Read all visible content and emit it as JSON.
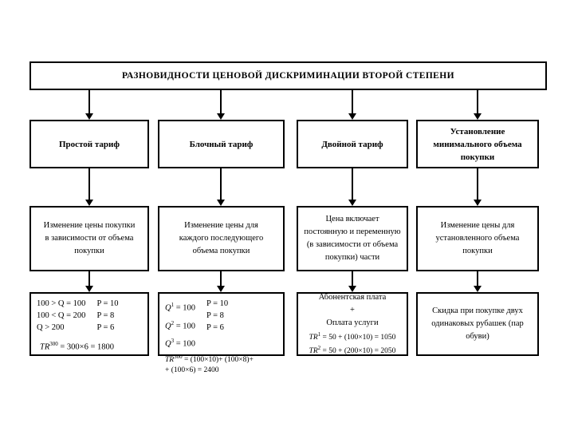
{
  "title": "РАЗНОВИДНОСТИ ЦЕНОВОЙ ДИСКРИМИНАЦИИ ВТОРОЙ СТЕПЕНИ",
  "columns": [
    {
      "header": "Простой тариф",
      "description": "Изменение цены покупки\nв зависимости от объема\nпокупки",
      "example": {
        "conditions": [
          "100 > Q = 100",
          "100 < Q = 200",
          "Q > 200"
        ],
        "prices": [
          "P = 10",
          "P = 8",
          "P = 6"
        ],
        "total": {
          "var": "TR",
          "sup": "300",
          "rest": " = 300×6 = 1800"
        }
      }
    },
    {
      "header": "Блочный тариф",
      "description": "Изменение цены для\nкаждого последующего\nобъема покупки",
      "example": {
        "quantities": [
          {
            "var": "Q",
            "sup": "1",
            "rest": " = 100"
          },
          {
            "var": "Q",
            "sup": "2",
            "rest": " = 100"
          },
          {
            "var": "Q",
            "sup": "3",
            "rest": " = 100"
          }
        ],
        "prices": [
          "P = 10",
          "P = 8",
          "P = 6"
        ],
        "total_line1": {
          "var": "TR",
          "sup": "300",
          "rest": " = (100×10)+ (100×8)+"
        },
        "total_line2": "+ (100×6) = 2400"
      }
    },
    {
      "header": "Двойной тариф",
      "description": "Цена включает\nпостоянную и переменную\n(в зависимости от объема\nпокупки) части",
      "example": {
        "lines": [
          "Абонентская плата",
          "+",
          "Оплата услуги"
        ],
        "formulas": [
          {
            "var": "TR",
            "sup": "1",
            "rest": " = 50 + (100×10) = 1050"
          },
          {
            "var": "TR",
            "sup": "2",
            "rest": " = 50 + (200×10) = 2050"
          }
        ]
      }
    },
    {
      "header": "Установление\nминимального объема\nпокупки",
      "description": "Изменение цены для\nустановленного объема\nпокупки",
      "example": {
        "text": "Скидка при покупке двух\nодинаковых рубашек (пар\nобуви)"
      }
    }
  ]
}
